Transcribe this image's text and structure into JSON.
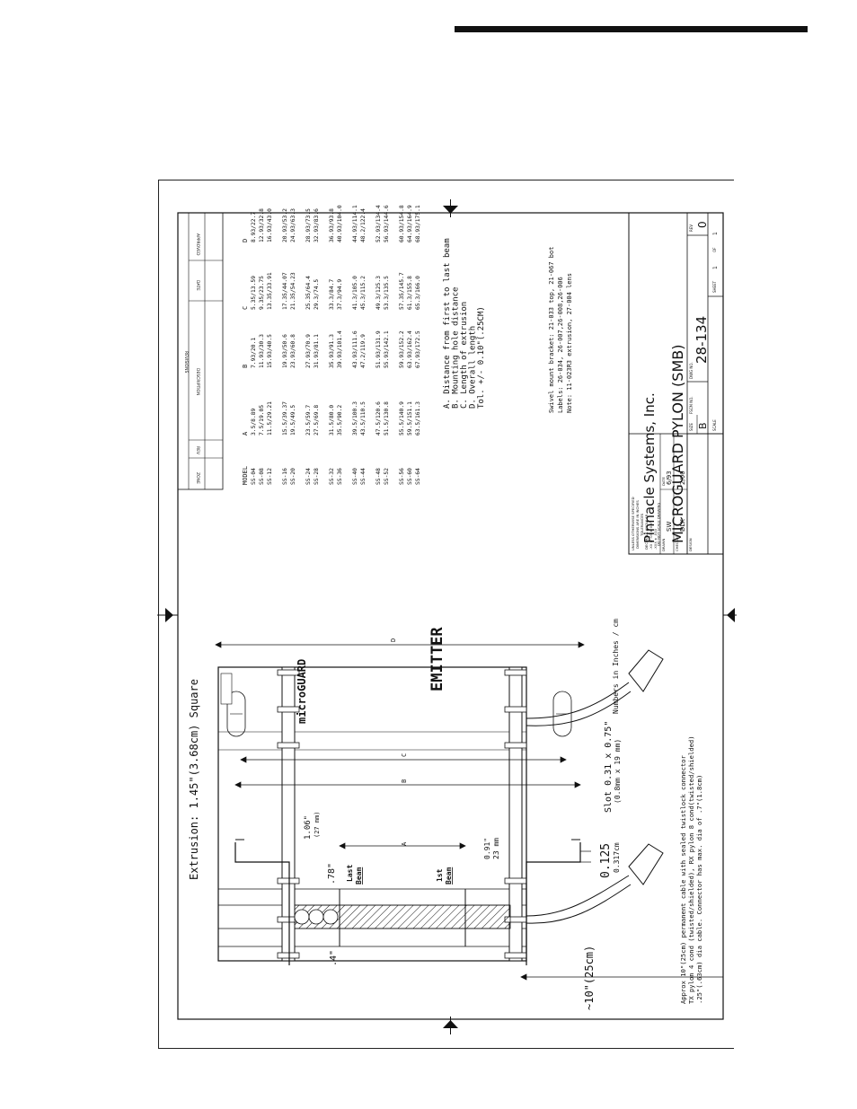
{
  "drawing_title": {
    "company": "Pinnacle Systems, Inc.",
    "product": "MICROGUARD PYLON (SMB)",
    "dwg_no_label": "DWG NO.",
    "dwg_no": "28-134",
    "rev_label": "REV",
    "rev": "0",
    "size_label": "SIZE",
    "size": "B",
    "fscm_label": "FSCM NO.",
    "scale_label": "SCALE",
    "sheet_label": "SHEET",
    "sheet": "1",
    "of_label": "OF",
    "of": "1"
  },
  "title_block_left": {
    "tolerance_1": "UNLESS OTHERWISE SPECIFIED",
    "tolerance_2": "DIMENSIONS ARE IN INCHES",
    "tolerance_3": "TOLERANCES",
    "tolerance_4": "DECIMALS      ANGULAR",
    "tolerance_5": ".XX ± .03       ± 0.5°",
    "tolerance_6": ".XXX ± .010",
    "tolerance_7": "DO NOT SCALE DRAWING",
    "drawn_label": "DRAWN",
    "drawn": "SW",
    "date_label": "DATE",
    "drawn_date": "6/93",
    "checked_label": "CHECKED",
    "checked": "DLK",
    "checked_date": "2/00",
    "design_label": "DESIGN"
  },
  "revisions": {
    "title": "REVISIONS",
    "zone": "ZONE",
    "rev": "REV",
    "description": "DESCRIPTION",
    "date": "DATE",
    "approved": "APPROVED"
  },
  "model_table": {
    "headers": [
      "MODEL",
      "A",
      "B",
      "C",
      "D"
    ],
    "rows": [
      [
        "SS-04",
        "3.5/8.89",
        "7.93/20.1",
        "5.35/13.59",
        "8.93/22.7"
      ],
      [
        "SS-08",
        "7.5/19.05",
        "11.93/30.3",
        "9.35/23.75",
        "12.93/32.8"
      ],
      [
        "SS-12",
        "11.5/29.21",
        "15.93/40.5",
        "13.35/33.91",
        "16.93/43.0"
      ],
      [
        "SS-16",
        "15.5/39.37",
        "19.93/50.6",
        "17.35/44.07",
        "20.93/53.2"
      ],
      [
        "SS-20",
        "19.5/49.5",
        "23.93/60.8",
        "21.35/54.23",
        "24.93/63.3"
      ],
      [
        "SS-24",
        "23.5/59.7",
        "27.93/70.9",
        "25.35/64.4",
        "28.93/73.5"
      ],
      [
        "SS-28",
        "27.5/69.8",
        "31.93/81.1",
        "29.3/74.5",
        "32.93/83.6"
      ],
      [
        "SS-32",
        "31.5/80.0",
        "35.93/91.3",
        "33.3/84.7",
        "36.93/93.8"
      ],
      [
        "SS-36",
        "35.5/90.2",
        "39.93/101.4",
        "37.3/94.9",
        "40.93/104.0"
      ],
      [
        "SS-40",
        "39.5/100.3",
        "43.93/111.6",
        "41.3/105.0",
        "44.93/114.1"
      ],
      [
        "SS-44",
        "43.5/110.5",
        "47.2/119.9",
        "45.3/115.2",
        "48.2/122.4"
      ],
      [
        "SS-48",
        "47.5/120.6",
        "51.93/131.9",
        "49.3/125.3",
        "52.93/134.4"
      ],
      [
        "SS-52",
        "51.5/130.8",
        "55.93/142.1",
        "53.3/135.5",
        "56.93/144.6"
      ],
      [
        "SS-56",
        "55.5/140.9",
        "59.93/152.2",
        "57.35/145.7",
        "60.93/154.8"
      ],
      [
        "SS-60",
        "59.5/151.1",
        "63.93/162.4",
        "61.3/155.8",
        "64.93/164.9"
      ],
      [
        "SS-64",
        "63.5/161.3",
        "67.93/172.5",
        "65.3/166.0",
        "68.93/175.1"
      ]
    ]
  },
  "legend": [
    "A. Distance from first to last beam",
    "B. Mounting hole distance",
    "C. Length of extrusion",
    "D. Overall length",
    "Tol. +/- 0.10\"(.25CM)"
  ],
  "notes": [
    "Swivel mount bracket: 21-033 top, 21-067 bot",
    "Labels: 26-034, 26-007,26-008,26-006",
    "Note: 11-023R3 extrusion, 27-004 lens"
  ],
  "units_note": "Numbers in Inches / cm",
  "extrusion_note": "Extrusion: 1.45\"(3.68cm) Square",
  "cable_notes": [
    "Approx 10\"(25cm) permanent cable with sealed twistlock connector",
    "TX pylon 4 cond (twisted/shielded), RX pylon 8 cond(twisted/shielded)",
    ".25\"(.63cm) dia cable. Connector has max. dia of .7\"(1.8cm)"
  ],
  "dimensions": {
    "A": "A",
    "B": "B",
    "C": "C",
    "D": "D",
    "d106": "1.06\"",
    "d106mm": "(27 mm)",
    "d078": ".78\"",
    "d04": ".4\"",
    "d091": "0.91\"",
    "d091mm": "23 mm",
    "d0125": "0.125",
    "d0125cm": "0.317cm",
    "cable_len": "~10\"(25cm)",
    "slot_1": "Slot 0.31 x 0.75\"",
    "slot_2": "(0.8mm x 19 mm)"
  },
  "beam_labels": {
    "last_1": "Last",
    "last_2": "Beam",
    "first_1": "1st",
    "first_2": "Beam"
  },
  "pylon_labels": {
    "brand": "microGUARD",
    "side": "EMITTER"
  }
}
